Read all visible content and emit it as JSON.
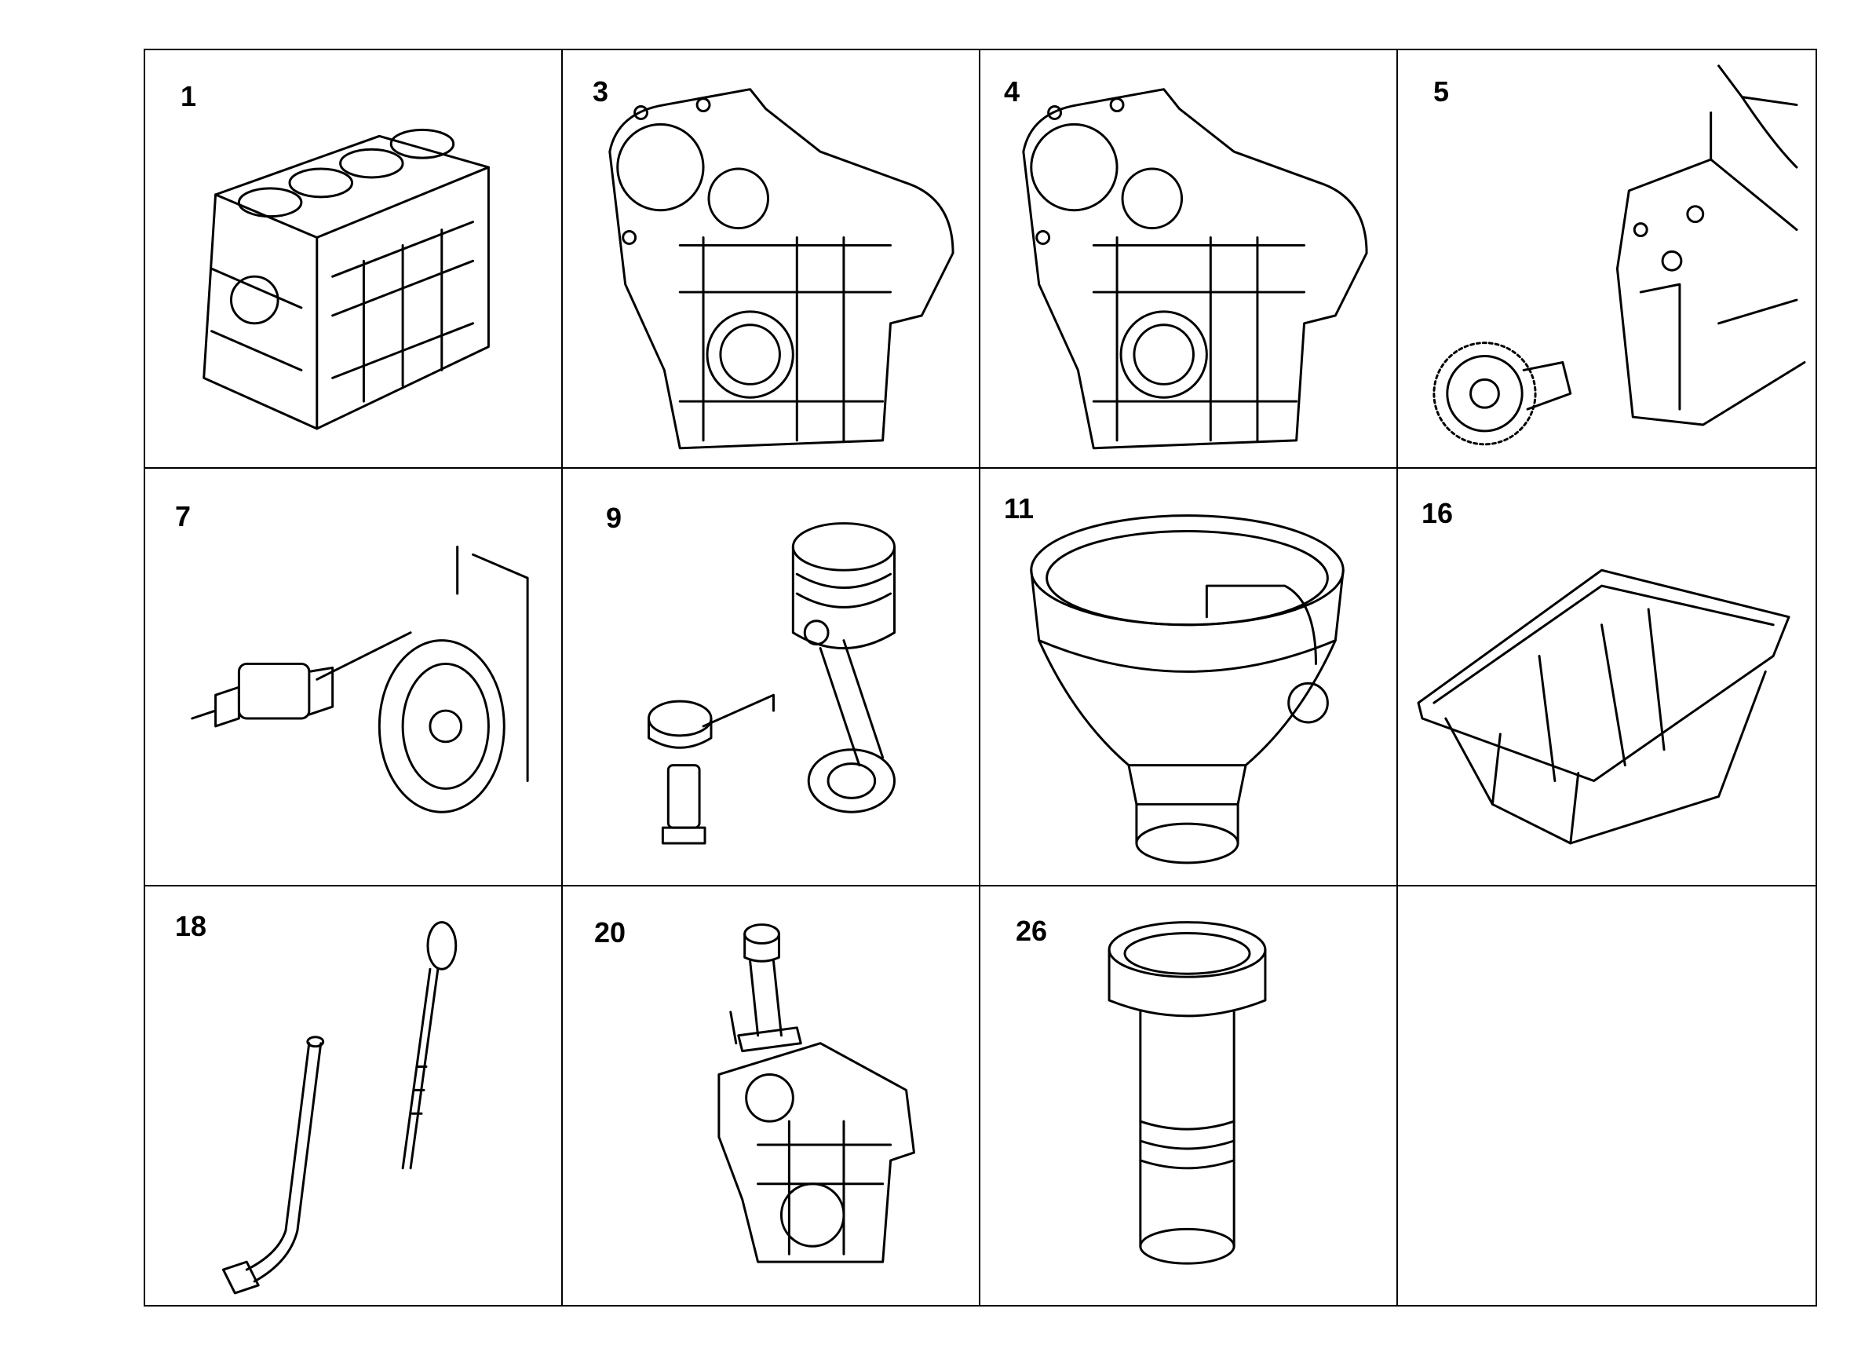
{
  "parts": [
    {
      "ref": "1",
      "icon": "cylinder-block-icon"
    },
    {
      "ref": "3",
      "icon": "timing-cover-icon"
    },
    {
      "ref": "4",
      "icon": "timing-cover-icon"
    },
    {
      "ref": "5",
      "icon": "gear-wheel-icon"
    },
    {
      "ref": "7",
      "icon": "sensor-pulley-icon"
    },
    {
      "ref": "9",
      "icon": "piston-rod-icon"
    },
    {
      "ref": "11",
      "icon": "oil-filler-housing-icon"
    },
    {
      "ref": "16",
      "icon": "oil-pan-icon"
    },
    {
      "ref": "18",
      "icon": "dipstick-tube-icon"
    },
    {
      "ref": "20",
      "icon": "oil-filler-pipe-icon"
    },
    {
      "ref": "26",
      "icon": "cylinder-liner-icon"
    },
    {
      "ref": "",
      "icon": ""
    }
  ]
}
